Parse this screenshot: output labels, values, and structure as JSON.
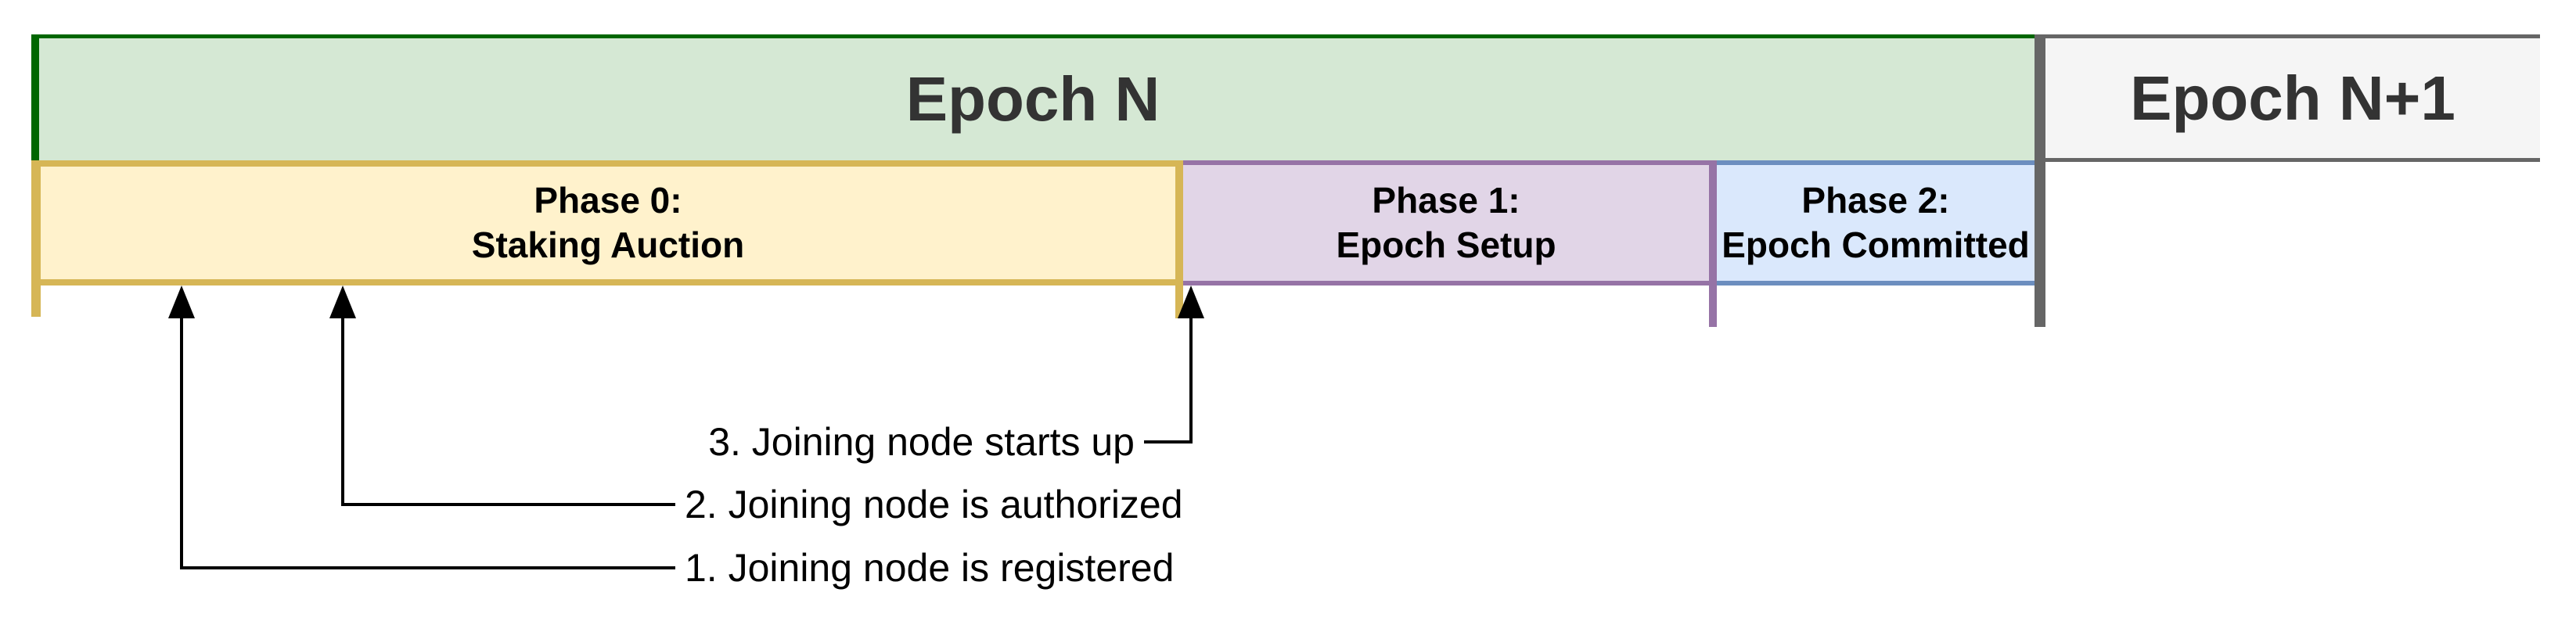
{
  "diagram": {
    "title_context": "Epoch phase timeline",
    "epoch_row": {
      "epoch_n": {
        "label": "Epoch N",
        "fill": "#d5e8d4",
        "stroke": "#006600"
      },
      "epoch_n_plus_1": {
        "label": "Epoch N+1",
        "fill": "#f5f5f5",
        "stroke": "#666666"
      },
      "boundary_color": "#666666"
    },
    "phase_row": {
      "phase0": {
        "label": "Phase 0:\nStaking Auction",
        "fill": "#fff2cc",
        "stroke": "#d6b656"
      },
      "phase1": {
        "label": "Phase 1:\nEpoch Setup",
        "fill": "#e1d5e7",
        "stroke": "#9673a6"
      },
      "phase2": {
        "label": "Phase 2:\nEpoch Committed",
        "fill": "#dae8fc",
        "stroke": "#6c8ebf"
      }
    },
    "annotations": {
      "arrow_color": "#000000",
      "items": [
        {
          "label": "1. Joining node is registered"
        },
        {
          "label": "2. Joining node is authorized"
        },
        {
          "label": "3. Joining node starts up"
        }
      ]
    }
  }
}
